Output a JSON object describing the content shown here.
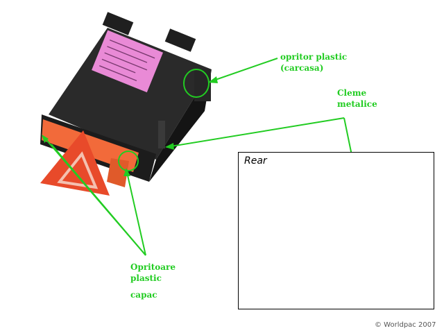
{
  "annotations": {
    "opritor": [
      "opritor plastic",
      "(carcasa)"
    ],
    "cleme": [
      "Cleme",
      "metalice"
    ],
    "opritoare": [
      "Opritoare",
      "plastic"
    ],
    "capac": "capac"
  },
  "inset": {
    "title": "Rear"
  },
  "copyright": "© Worldpac 2007",
  "colors": {
    "annotation": "#22cc22",
    "button": "#e84a2a",
    "housing": "#1a1a1a",
    "label_sticker": "#e98ad6"
  },
  "icons": {
    "button_symbol": "hazard-triangle-icon"
  }
}
